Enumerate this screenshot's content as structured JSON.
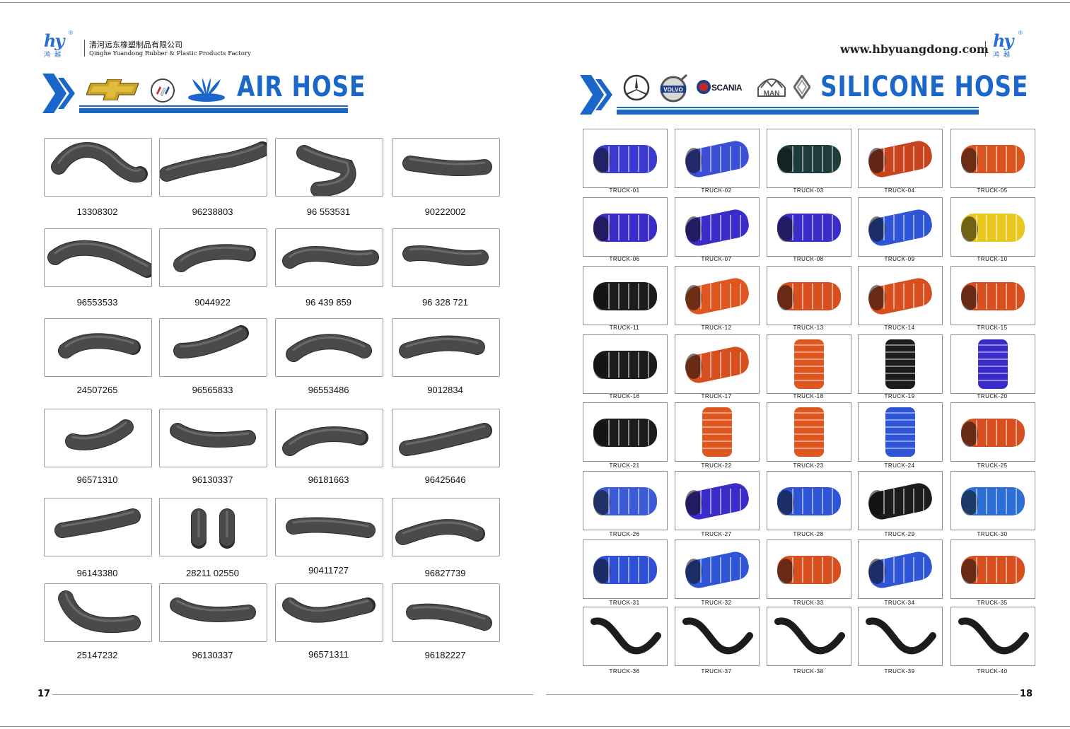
{
  "header": {
    "logo_mark": "hy",
    "logo_cn": "鸿越",
    "company_cn": "清河远东橡塑制品有限公司",
    "company_en": "Qinghe  Yuandong  Rubber & Plastic  Products  Factory",
    "website": "www.hbyuangdong.com"
  },
  "left": {
    "title": "AIR HOSE",
    "page_number": "17",
    "brand_icons": [
      "chevrolet-logo",
      "buick-logo",
      "daewoo-logo"
    ],
    "parts": [
      "13308302",
      "96238803",
      "96 553531",
      "90222002",
      "96553533",
      "9044922",
      "96 439 859",
      "96 328 721",
      "24507265",
      "96565833",
      "96553486",
      "9012834",
      "96571310",
      "96130337",
      "96181663",
      "96425646",
      "96143380",
      "28211 02550",
      "90411727",
      "96827739",
      "25147232",
      "96130337",
      "96571311",
      "96182227"
    ]
  },
  "right": {
    "title": "SILICONE HOSE",
    "page_number": "18",
    "brand_icons": [
      "mercedes-logo",
      "volvo-logo",
      "scania-logo",
      "man-logo",
      "renault-logo"
    ],
    "brand_text": {
      "volvo": "VOLVO",
      "scania": "SCANIA",
      "man": "MAN"
    },
    "parts": [
      "TRUCK-01",
      "TRUCK-02",
      "TRUCK-03",
      "TRUCK-04",
      "TRUCK-05",
      "TRUCK-06",
      "TRUCK-07",
      "TRUCK-08",
      "TRUCK-09",
      "TRUCK-10",
      "TRUCK-11",
      "TRUCK-12",
      "TRUCK-13",
      "TRUCK-14",
      "TRUCK-15",
      "TRUCK-16",
      "TRUCK-17",
      "TRUCK-18",
      "TRUCK-19",
      "TRUCK-20",
      "TRUCK-21",
      "TRUCK-22",
      "TRUCK-23",
      "TRUCK-24",
      "TRUCK-25",
      "TRUCK-26",
      "TRUCK-27",
      "TRUCK-28",
      "TRUCK-29",
      "TRUCK-30",
      "TRUCK-31",
      "TRUCK-32",
      "TRUCK-33",
      "TRUCK-34",
      "TRUCK-35",
      "TRUCK-36",
      "TRUCK-37",
      "TRUCK-38",
      "TRUCK-39",
      "TRUCK-40"
    ],
    "part_colors": [
      "#3a3ad0",
      "#3a4fd6",
      "#1f3c3c",
      "#c8441f",
      "#d9541f",
      "#3a2cc8",
      "#3a2cc8",
      "#3a2cc8",
      "#2e55d6",
      "#e8c81e",
      "#1c1c1c",
      "#e0561f",
      "#d84f1f",
      "#d84f1f",
      "#d84f1f",
      "#1c1c1c",
      "#d84f1f",
      "#e0561f",
      "#1c1c1c",
      "#3a2cc8",
      "#1c1c1c",
      "#e0561f",
      "#e0561f",
      "#2e55d6",
      "#d84f1f",
      "#3a5ad6",
      "#3a2cc8",
      "#2e55d6",
      "#1c1c1c",
      "#2e6fd6",
      "#2e4fd6",
      "#2e55d6",
      "#d84f1f",
      "#2e55d6",
      "#d84f1f",
      "#1c1c1c",
      "#1c1c1c",
      "#1c1c1c",
      "#1c1c1c",
      "#1c1c1c"
    ]
  }
}
